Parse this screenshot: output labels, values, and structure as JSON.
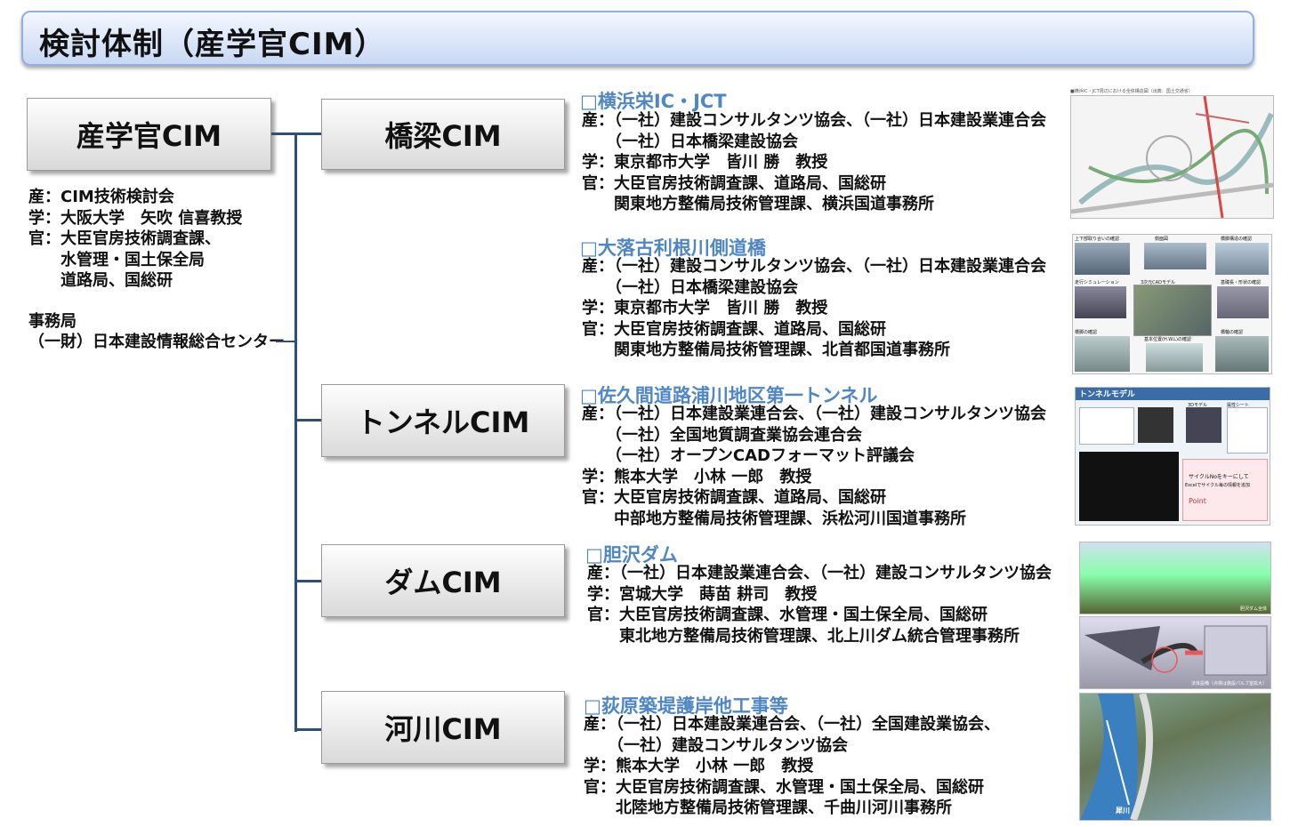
{
  "header": {
    "title": "検討体制（産学官CIM）"
  },
  "main_box": {
    "label": "産学官CIM"
  },
  "main_info": {
    "lines": [
      "産：CIM技術検討会",
      "学：大阪大学　矢吹 信喜教授",
      "官：大臣官房技術調査課、",
      "　　水管理・国土保全局",
      "　　道路局、国総研"
    ],
    "office_label": "事務局",
    "office_name": "（一財）日本建設情報総合センター"
  },
  "categories": [
    {
      "label": "橋梁CIM",
      "project": "□横浜栄IC・JCT",
      "lines": [
        "産：（一社）建設コンサルタンツ協会、（一社）日本建設業連合会",
        "　　（一社）日本橋梁建設協会",
        "学：東京都市大学　皆川 勝　教授",
        "官：大臣官房技術調査課、道路局、国総研",
        "　　関東地方整備局技術管理課、横浜国道事務所"
      ]
    },
    {
      "label": "",
      "project": "□大落古利根川側道橋",
      "lines": [
        "産：（一社）建設コンサルタンツ協会、（一社）日本建設業連合会",
        "　　（一社）日本橋梁建設協会",
        "学：東京都市大学　皆川 勝　教授",
        "官：大臣官房技術調査課、道路局、国総研",
        "　　関東地方整備局技術管理課、北首都国道事務所"
      ]
    },
    {
      "label": "トンネルCIM",
      "project": "□佐久間道路浦川地区第一トンネル",
      "lines": [
        "産：（一社）日本建設業連合会、（一社）建設コンサルタンツ協会",
        "　　（一社）全国地質調査業協会連合会",
        "　　（一社）オープンCADフォーマット評議会",
        "学：熊本大学　小林 一郎　教授",
        "官：大臣官房技術調査課、道路局、国総研",
        "　　中部地方整備局技術管理課、浜松河川国道事務所"
      ]
    },
    {
      "label": "ダムCIM",
      "project": "□胆沢ダム",
      "lines": [
        "産：（一社）日本建設業連合会、（一社）建設コンサルタンツ協会",
        "学：宮城大学　蒔苗 耕司　教授",
        "官：大臣官房技術調査課、水管理・国土保全局、国総研",
        "　　東北地方整備局技術管理課、北上川ダム統合管理事務所"
      ]
    },
    {
      "label": "河川CIM",
      "project": "□荻原築堤護岸他工事等",
      "lines": [
        "産：（一社）日本建設業連合会、（一社）全国建設業協会、",
        "　　（一社）建設コンサルタンツ協会",
        "学：熊本大学　小林 一郎　教授",
        "官：大臣官房技術調査課、水管理・国土保全局、国総研",
        "　　北陸地方整備局技術管理課、千曲川河川事務所"
      ]
    }
  ],
  "thumbnails": {
    "jct_caption": "■横浜IC・JCT周辺における全体構造図（出典：国土交通省）",
    "bridge_labels": [
      "上下部取り合いの確認",
      "側面図",
      "橋脚構造の確認",
      "走行シミュレーション",
      "3次元CADモデル",
      "基礎長・形状の確認",
      "橋脚の確認",
      "基本位置(H.W.L)の確認",
      "橋軸の確認"
    ],
    "tunnel_title": "トンネルモデル",
    "tunnel_labels": [
      "3Dモデル",
      "属性シート",
      "サイクルNoをキーにして",
      "Excelでサイクル毎の情報を追加",
      "Point"
    ],
    "dam_labels": [
      "胆沢ダム全体",
      "法体設備（点検は施設パルブ室拡大）"
    ],
    "river_label": "犀川"
  }
}
